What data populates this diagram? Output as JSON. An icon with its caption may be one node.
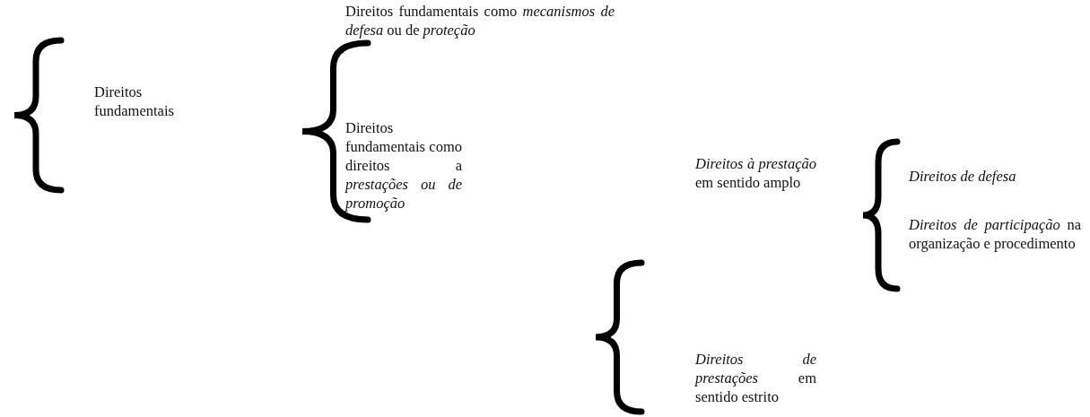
{
  "diagram": {
    "labels": [
      "Direitos fundamentais",
      "Direitos fundamentais como *mecanismos de defesa* ou de *proteção*",
      "Direitos fundamentais como direitos a *prestações ou de promoção*",
      "*Direitos à prestação* em sentido amplo",
      "*Direitos de defesa*",
      "*Direitos de participação* na organização e procedimento",
      "*Direitos de prestações* em sentido estrito"
    ]
  }
}
